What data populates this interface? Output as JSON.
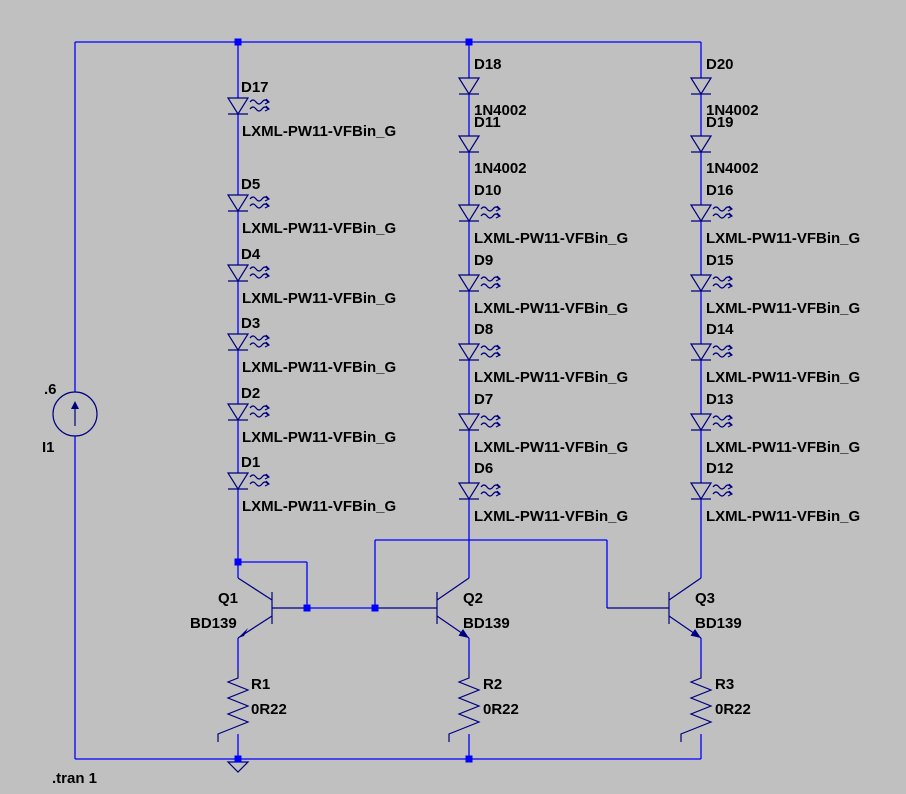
{
  "source": {
    "designator": "I1",
    "value": ".6"
  },
  "branch1": {
    "diodes": [
      {
        "ref": "D17",
        "model": "LXML-PW11-VFBin_G"
      },
      {
        "ref": "D5",
        "model": "LXML-PW11-VFBin_G"
      },
      {
        "ref": "D4",
        "model": "LXML-PW11-VFBin_G"
      },
      {
        "ref": "D3",
        "model": "LXML-PW11-VFBin_G"
      },
      {
        "ref": "D2",
        "model": "LXML-PW11-VFBin_G"
      },
      {
        "ref": "D1",
        "model": "LXML-PW11-VFBin_G"
      }
    ],
    "transistor": {
      "ref": "Q1",
      "model": "BD139"
    },
    "resistor": {
      "ref": "R1",
      "value": "0R22"
    }
  },
  "branch2": {
    "rectifiers": [
      {
        "ref": "D18",
        "model": "1N4002"
      },
      {
        "ref": "D11",
        "model": "1N4002"
      }
    ],
    "diodes": [
      {
        "ref": "D10",
        "model": "LXML-PW11-VFBin_G"
      },
      {
        "ref": "D9",
        "model": "LXML-PW11-VFBin_G"
      },
      {
        "ref": "D8",
        "model": "LXML-PW11-VFBin_G"
      },
      {
        "ref": "D7",
        "model": "LXML-PW11-VFBin_G"
      },
      {
        "ref": "D6",
        "model": "LXML-PW11-VFBin_G"
      }
    ],
    "transistor": {
      "ref": "Q2",
      "model": "BD139"
    },
    "resistor": {
      "ref": "R2",
      "value": "0R22"
    }
  },
  "branch3": {
    "rectifiers": [
      {
        "ref": "D20",
        "model": "1N4002"
      },
      {
        "ref": "D19",
        "model": "1N4002"
      }
    ],
    "diodes": [
      {
        "ref": "D16",
        "model": "LXML-PW11-VFBin_G"
      },
      {
        "ref": "D15",
        "model": "LXML-PW11-VFBin_G"
      },
      {
        "ref": "D14",
        "model": "LXML-PW11-VFBin_G"
      },
      {
        "ref": "D13",
        "model": "LXML-PW11-VFBin_G"
      },
      {
        "ref": "D12",
        "model": "LXML-PW11-VFBin_G"
      }
    ],
    "transistor": {
      "ref": "Q3",
      "model": "BD139"
    },
    "resistor": {
      "ref": "R3",
      "value": "0R22"
    }
  },
  "directive": ".tran 1",
  "colors": {
    "background": "#c0c0c0",
    "wire": "#0000ff",
    "component": "#000080",
    "text": "#000000"
  }
}
